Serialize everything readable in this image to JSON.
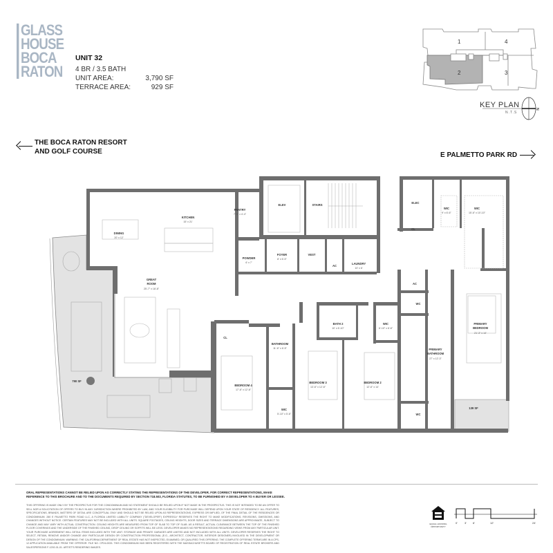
{
  "logo": {
    "lines": [
      "GLASS",
      "HOUSE",
      "BOCA",
      "RATON"
    ]
  },
  "unit": {
    "title": "UNIT 32",
    "beds_baths": "4 BR / 3.5 BATH",
    "unit_area_label": "UNIT AREA:",
    "unit_area_value": "3,790 SF",
    "terrace_area_label": "TERRACE AREA:",
    "terrace_area_value": "929 SF"
  },
  "key_plan": {
    "label": "KEY PLAN",
    "scale_note": "N.T.S",
    "north": "N",
    "units": [
      "1",
      "2",
      "3",
      "4"
    ],
    "highlighted_unit": "2",
    "highlight_color": "#b3b3b3"
  },
  "directions": {
    "left_line1": "THE BOCA RATON RESORT",
    "left_line2": "AND GOLF COURSE",
    "right": "E PALMETTO PARK RD"
  },
  "rooms": {
    "dining": {
      "name": "DINING",
      "size": "20' x 12'"
    },
    "kitchen": {
      "name": "KITCHEN",
      "size": "15' x 21'"
    },
    "pantry": {
      "name": "PANTRY",
      "size": "7'-5\" x 4'-4\""
    },
    "powder": {
      "name": "POWDER",
      "size": "6' x 7'"
    },
    "great_room": {
      "name1": "GREAT",
      "name2": "ROOM",
      "size": "25'-7\" x 18'-8\""
    },
    "elev": {
      "name": "ELEV"
    },
    "stairs": {
      "name": "STAIRS"
    },
    "foyer": {
      "name": "FOYER",
      "size": "8' x 6'-5\""
    },
    "vest": {
      "name": "VEST"
    },
    "ac1": {
      "name": "AC"
    },
    "laundry": {
      "name": "LAUNDRY",
      "size": "10' x 6'"
    },
    "elec": {
      "name": "ELEC"
    },
    "cl_top": {
      "name": "CL"
    },
    "wic_a": {
      "name": "WIC",
      "size": "9' x 6'-6\""
    },
    "wic_b": {
      "name": "WIC",
      "size": "15'-6\" x 10'-10\""
    },
    "ac2": {
      "name": "AC"
    },
    "wc_top": {
      "name": "WC"
    },
    "wc_bottom": {
      "name": "WC"
    },
    "primary_bath": {
      "name1": "PRIMARY",
      "name2": "BATHROOM",
      "size": "27' x 12'-3\""
    },
    "primary_bed": {
      "name1": "PRIMARY",
      "name2": "BEDROOM",
      "size": "21'-3\" x 14'"
    },
    "bath2": {
      "name": "BATH 2",
      "size": "10' x 6'-10\""
    },
    "wic_bed2": {
      "name": "WIC",
      "size": "6'-10\" x 6'-6\""
    },
    "bathroom": {
      "name": "BATHROOM",
      "size": "11'-6\" x 6'-5\""
    },
    "cl_bed4": {
      "name": "CL"
    },
    "bedroom4": {
      "name": "BEDROOM 4",
      "size": "17'-6\" x 12'-6\""
    },
    "wic_bed3": {
      "name": "WIC",
      "size": "5'-10\" x 5'-6\""
    },
    "bedroom3": {
      "name": "BEDROOM 3",
      "size": "13'-6\" x 12'-6\""
    },
    "bedroom2": {
      "name": "BEDROOM 2",
      "size": "12'-6\" x 14'"
    },
    "terrace_main": {
      "area": "790 SF"
    },
    "terrace_small": {
      "area": "139 SF"
    }
  },
  "colors": {
    "wall": "#6e6e6e",
    "terrace": "#e3e3e3",
    "logo": "#a9b6c4"
  },
  "disclaimer": {
    "bold": "ORAL REPRESENTATIONS CANNOT BE RELIED UPON AS CORRECTLY STATING THE REPRESENTATIONS OF THE DEVELOPER. FOR CORRECT REPRESENTATIONS, MAKE REFERENCE TO THIS BROCHURE AND TO THE DOCUMENTS REQUIRED BY SECTION 718.503, FLORIDA STATUTES, TO BE FURNISHED BY A DEVELOPER TO A BUYER OR LESSEE.",
    "body": "THIS OFFERING IS MADE ONLY BY THE PROSPECTUS FOR THE CONDOMINIUM AND NO STATEMENT SHOULD BE RELIED UPON IF NOT MADE IN THE PROSPECTUS. THIS IS NOT INTENDED TO BE AN OFFER TO SELL NOR A SOLICITATION OF OFFERS TO BUY IN ANY JURISDICTION WHERE PROHIBITED BY LAW, AND YOUR ELIGIBILITY FOR PURCHASE WILL DEPEND UPON YOUR STATE OF RESIDENCY. ALL FEATURES, SPECIFICATIONS, BRANDS, MATTERS OF DETAIL ARE CONCEPTUAL ONLY AND SHOULD NOT BE RELIED UPON AS REPRESENTATIONS, EXPRESS OR IMPLIED, OF THE FINAL DETAIL OF THE RESIDENCES OR CONDOMINIUM. 280 E PALMETTO PARK ROAD LLC, A FLORIDA LIMITED LIABILITY COMPANY (\"DEVELOPER\") EXPRESSLY RESERVES THE RIGHT TO MAKE MODIFICATIONS, REVISIONS, OMISSIONS, AND CHANGES WITHOUT NOTICE. CERTAIN FEATURES MAY NOT BE INCLUDED WITH ALL UNITS. SQUARE FOOTAGES, CEILING HEIGHTS, DOOR SIZES AND TERRACE DIMENSIONS ARE APPROXIMATE, SUBJECT TO CHANGE AND MAY VARY WITH ACTUAL CONSTRUCTION. CEILING HEIGHTS ARE MEASURED FROM TOP OF SLAB TO TOP OF SLAB. AS A RESULT, ACTUAL CLEARANCE BETWEEN THE TOP OF THE FINISHED FLOOR COVERINGS AND THE UNDERSIDE OF THE FINISHED CEILING, DROP CEILING OR SOFFITS WILL BE LESS. DEVELOPER MAKES NO REPRESENTATIONS REGARDING VIEWS FROM ANY PARTICULAR UNIT. YOUR PURCHASE AGREEMENT WILL DETAIL ITEMS INCLUDED WITH THE UNIT. STORAGE AND PRIVATE GARAGES ARE LIMITED AND NOT INCLUDED WITH ALL UNITS. DEVELOPER RESERVES THE RIGHT TO SELECT, RETAIN, REMOVE AND/OR CHANGE ANY PARTICULAR DESIGN OR CONSTRUCTION PROFESSIONAL (E.G., ARCHITECT, CONTRACTOR, INTERIOR DESIGNER) INVOLVED IN THE DEVELOPMENT OR DESIGN OF THE CONDOMINIUM. WARNING: THE CALIFORNIA DEPARTMENT OF REAL ESTATE HAS NOT INSPECTED, EXAMINED, OR QUALIFIED THIS OFFERING. THE COMPLETE OFFERING TERMS ARE IN A CPS-12 APPLICATION AVAILABLE FROM THE OFFEROR. FILE NO. CP24-0033. THIS CONDOMINIUM HAS BEEN REGISTERED WITH THE MASSACHUSETTS BOARD OF REGISTRATION OF REAL ESTATE BROKERS AND SALESPERSONS F-1292-01-01. ARTIST'S RENDERING IMAGES."
  },
  "equal_housing": {
    "text": "EQUAL HOUSING OPPORTUNITY"
  },
  "scale_bar": {
    "ticks": [
      "0'",
      "3'",
      "6'",
      "12'",
      "24'"
    ]
  }
}
